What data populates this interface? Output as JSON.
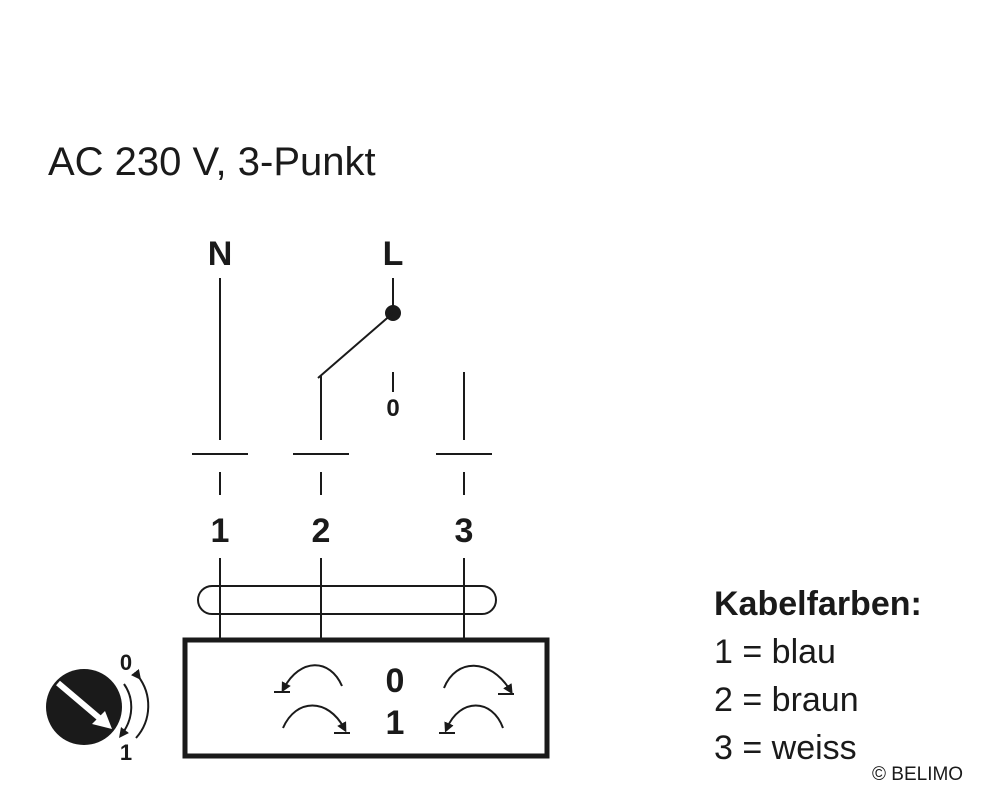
{
  "title": "AC 230 V, 3-Punkt",
  "labels": {
    "neutral": "N",
    "line": "L",
    "switch_zero": "0",
    "terminal_1": "1",
    "terminal_2": "2",
    "terminal_3": "3",
    "actuator_0": "0",
    "actuator_1": "1",
    "knob_0": "0",
    "knob_1": "1"
  },
  "legend": {
    "heading": "Kabelfarben:",
    "items": [
      "1 = blau",
      "2 = braun",
      "3 = weiss"
    ]
  },
  "copyright": "© BELIMO",
  "colors": {
    "ink": "#1a1a1a",
    "background": "#ffffff"
  }
}
